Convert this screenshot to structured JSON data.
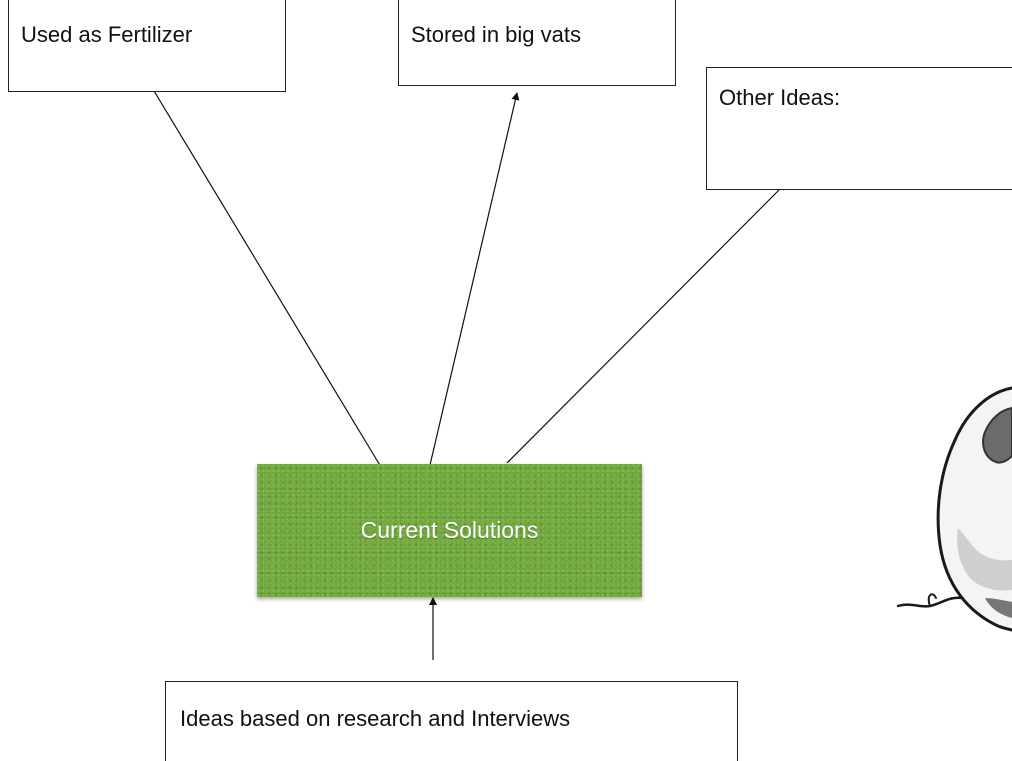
{
  "diagram": {
    "nodes": {
      "fertilizer": {
        "label": "Used as Fertilizer"
      },
      "vats": {
        "label": "Stored in big vats"
      },
      "other": {
        "label": "Other Ideas:"
      },
      "solutions": {
        "label": "Current Solutions",
        "color": "#6fa73a"
      },
      "ideas": {
        "label": "Ideas based on research and Interviews"
      }
    },
    "edges": [
      {
        "from": "solutions",
        "to": "fertilizer"
      },
      {
        "from": "solutions",
        "to": "vats"
      },
      {
        "from": "solutions",
        "to": "other"
      },
      {
        "from": "ideas",
        "to": "solutions"
      }
    ]
  }
}
